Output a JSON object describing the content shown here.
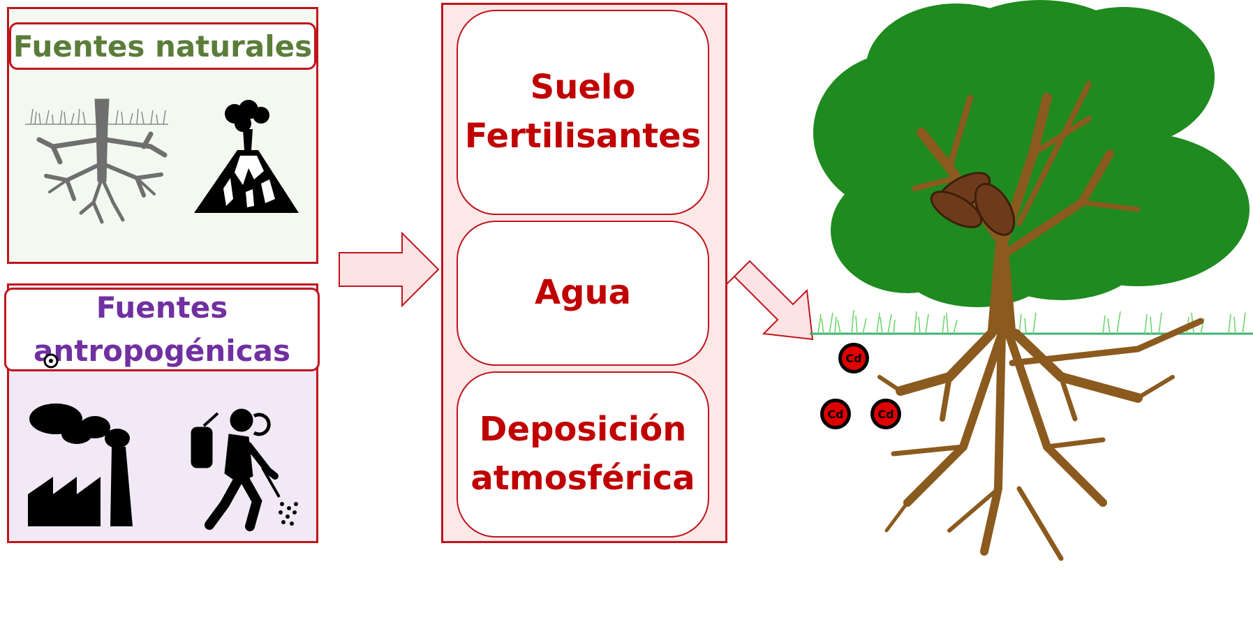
{
  "natural": {
    "title": "Fuentes naturales",
    "title_color": "#5a7d3a",
    "bg": "#f3f8f1"
  },
  "anthropogenic": {
    "title_line1": "Fuentes",
    "title_line2": "antropogénicas",
    "title_color": "#7030a0",
    "bg": "#f1eaf6"
  },
  "pathways": {
    "cards": [
      {
        "line1": "Suelo",
        "line2": "Fertilisantes"
      },
      {
        "line1": "Agua",
        "line2": ""
      },
      {
        "line1": "Deposición",
        "line2": "atmosférica"
      }
    ]
  },
  "cadmium": {
    "label": "Cd",
    "color": "#e00000"
  },
  "colors": {
    "border": "#c0141c",
    "foliage": "#1f8a1f",
    "trunk": "#8b5a1e",
    "arrow_fill": "#fde3e3",
    "pathway_bg": "#fde8e8"
  }
}
